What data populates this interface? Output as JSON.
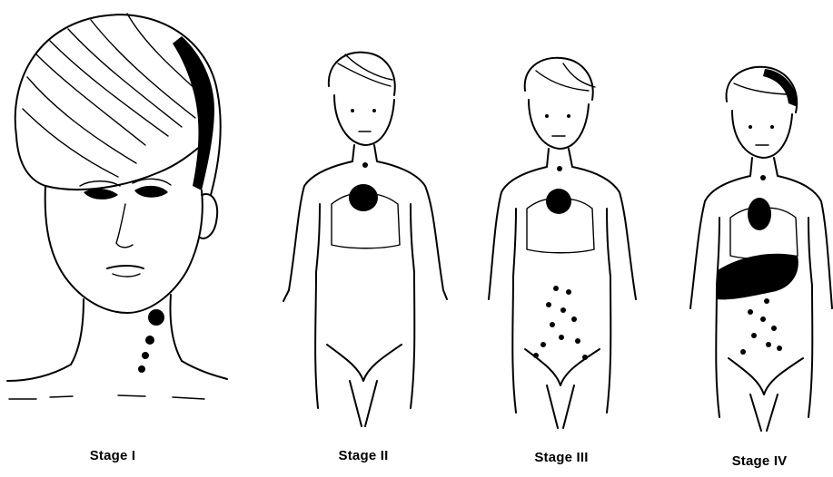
{
  "stages": [
    {
      "label": "Stage I"
    },
    {
      "label": "Stage II"
    },
    {
      "label": "Stage III"
    },
    {
      "label": "Stage IV"
    }
  ],
  "colors": {
    "ink": "#000000",
    "background": "#ffffff"
  }
}
